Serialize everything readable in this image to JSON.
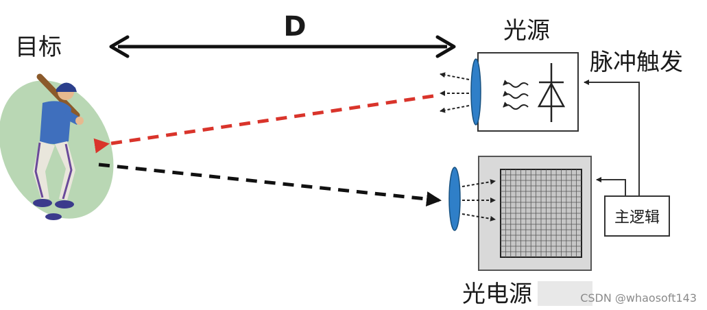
{
  "labels": {
    "distance": "D",
    "target": "目标",
    "light_source": "光源",
    "pulse_trigger": "脉冲触发",
    "main_logic": "主逻辑",
    "photo_detector": "光电源"
  },
  "watermark": "CSDN @whaosoft143",
  "colors": {
    "emit_beam": "#d9342b",
    "return_beam": "#111111",
    "lens": "#2f7fc8",
    "target_blob": "#b9d7b4",
    "detector_outer": "#d9d9d9",
    "detector_inner": "#c7c7c7"
  },
  "icons": {
    "source": "laser-diode-icon",
    "target": "baseball-batter-icon",
    "waves": "light-wave-icon"
  }
}
